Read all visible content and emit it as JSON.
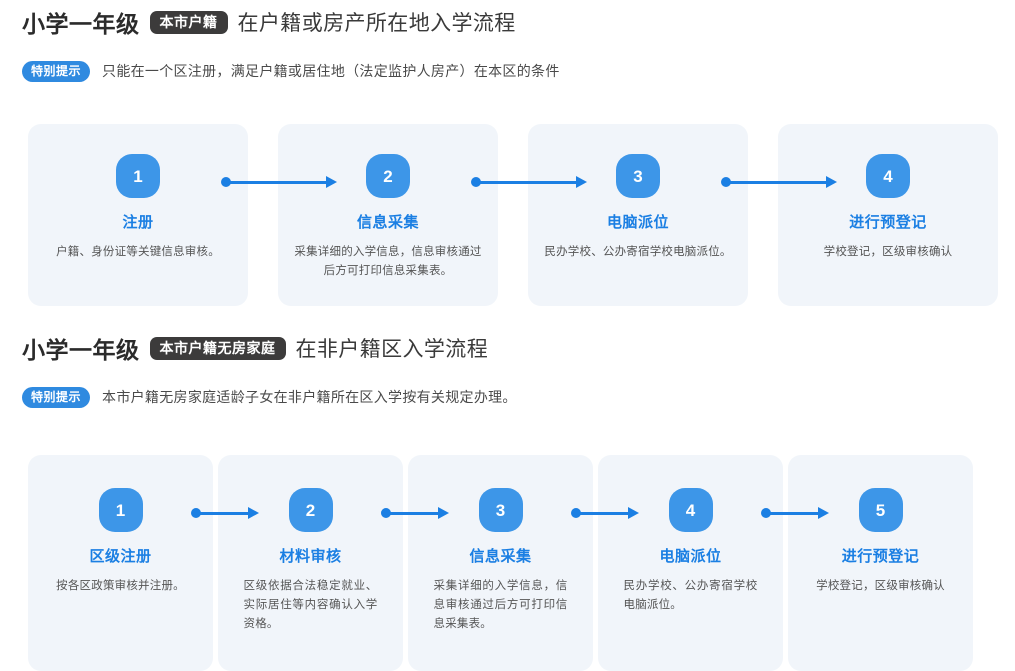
{
  "sections": [
    {
      "id": "local-hukou",
      "title": "小学一年级",
      "badge": "本市户籍",
      "subtitle": "在户籍或房产所在地入学流程",
      "tip_badge": "特别提示",
      "tip_text": "只能在一个区注册，满足户籍或居住地（法定监护人房产）在本区的条件",
      "steps": [
        {
          "num": "1",
          "title": "注册",
          "desc": "户籍、身份证等关键信息审核。"
        },
        {
          "num": "2",
          "title": "信息采集",
          "desc": "采集详细的入学信息，信息审核通过后方可打印信息采集表。"
        },
        {
          "num": "3",
          "title": "电脑派位",
          "desc": "民办学校、公办寄宿学校电脑派位。"
        },
        {
          "num": "4",
          "title": "进行预登记",
          "desc": "学校登记，区级审核确认"
        }
      ]
    },
    {
      "id": "no-housing-family",
      "title": "小学一年级",
      "badge": "本市户籍无房家庭",
      "subtitle": "在非户籍区入学流程",
      "tip_badge": "特别提示",
      "tip_text": "本市户籍无房家庭适龄子女在非户籍所在区入学按有关规定办理。",
      "steps": [
        {
          "num": "1",
          "title": "区级注册",
          "desc": "按各区政策审核并注册。"
        },
        {
          "num": "2",
          "title": "材料审核",
          "desc": "区级依据合法稳定就业、实际居住等内容确认入学资格。"
        },
        {
          "num": "3",
          "title": "信息采集",
          "desc": "采集详细的入学信息，信息审核通过后方可打印信息采集表。"
        },
        {
          "num": "4",
          "title": "电脑派位",
          "desc": "民办学校、公办寄宿学校电脑派位。"
        },
        {
          "num": "5",
          "title": "进行预登记",
          "desc": "学校登记，区级审核确认"
        }
      ]
    }
  ],
  "colors": {
    "accent_blue": "#1b7fe3",
    "badge_blue": "#3d96e8",
    "tip_blue": "#2f8ae0",
    "dark_badge": "#3c3b3b",
    "card_bg": "#f1f5fa",
    "title_text": "#2b2b2b",
    "desc_text": "#555555"
  }
}
